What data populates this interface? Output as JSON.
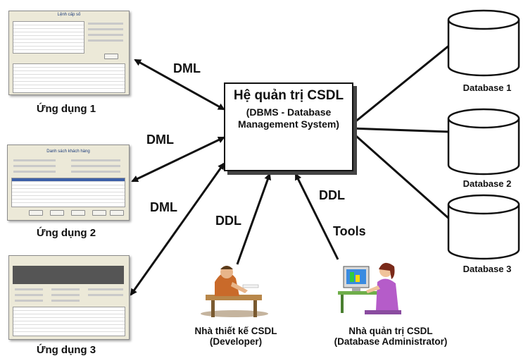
{
  "dbms": {
    "title": "Hệ quản trị CSDL",
    "subtitle": "(DBMS - Database Management System)"
  },
  "apps": [
    {
      "label": "Ứng dụng 1",
      "window_title": "Lệnh cấp số"
    },
    {
      "label": "Ứng dụng 2",
      "window_title": "Danh sách khách hàng"
    },
    {
      "label": "Ứng dụng 3",
      "window_title": ""
    }
  ],
  "databases": [
    {
      "label": "Database 1"
    },
    {
      "label": "Database 2"
    },
    {
      "label": "Database 3"
    }
  ],
  "edge_labels": {
    "dml_1": "DML",
    "dml_2": "DML",
    "dml_3": "DML",
    "ddl_developer": "DDL",
    "ddl_admin": "DDL",
    "tools": "Tools"
  },
  "developer": {
    "name": "Nhà thiết kế CSDL",
    "role": "(Developer)"
  },
  "administrator": {
    "name": "Nhà quản trị CSDL",
    "role": "(Database Administrator)"
  }
}
